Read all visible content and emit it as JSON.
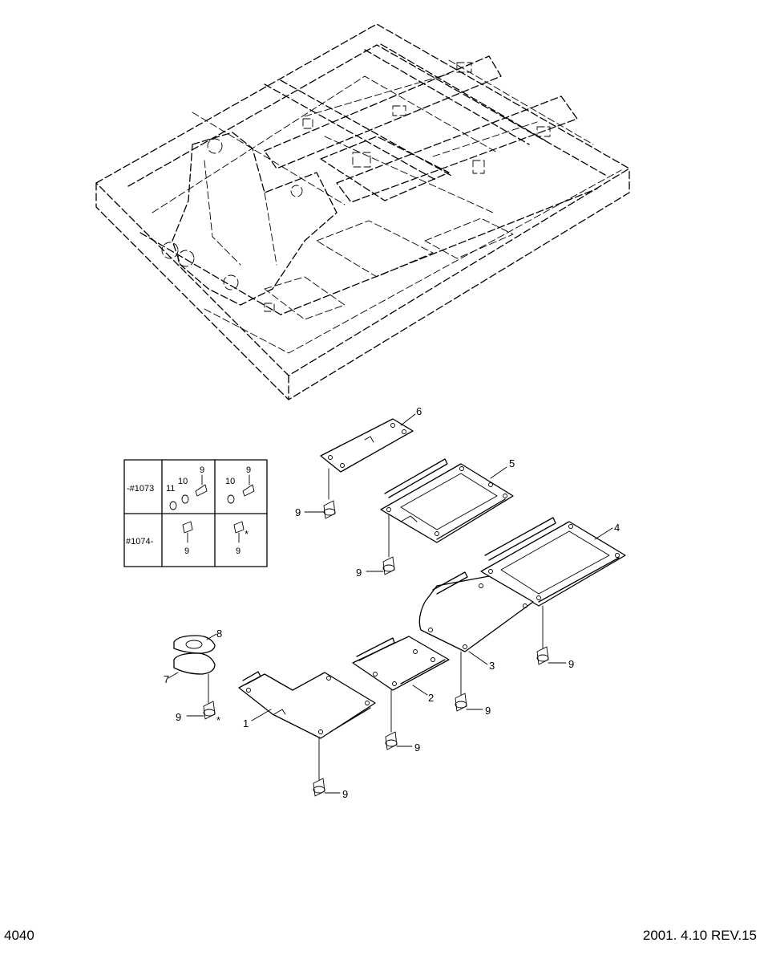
{
  "callouts": {
    "c1": "1",
    "c2": "2",
    "c3": "3",
    "c4": "4",
    "c5": "5",
    "c6": "6",
    "c7": "7",
    "c8": "8",
    "c9": "9",
    "c10": "10",
    "c11": "11",
    "star": "*"
  },
  "variant_table": {
    "row1_label": "-#1073",
    "row2_label": "#1074-"
  },
  "footer": {
    "page_number": "4040",
    "revision": "2001. 4.10 REV.15"
  }
}
